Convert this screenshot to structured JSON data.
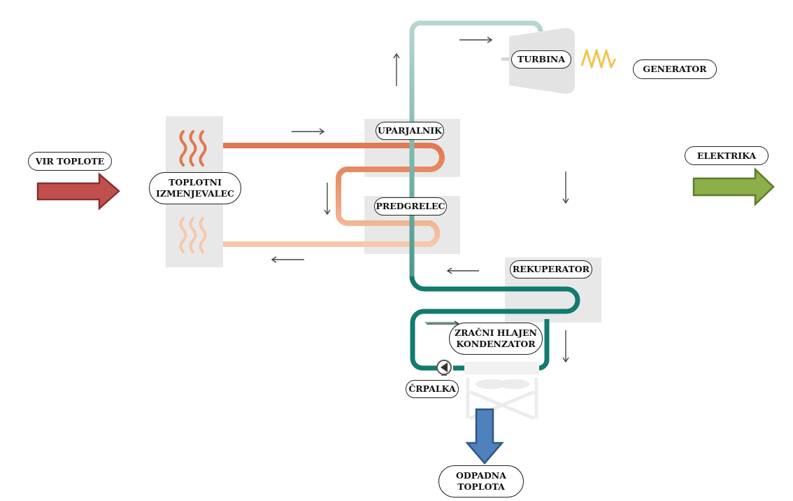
{
  "labels": {
    "vir_toplote": "VIR TOPLOTE",
    "toplotni_izmenjevalec_1": "TOPLOTNI",
    "toplotni_izmenjevalec_2": "IZMENJEVALEC",
    "uparjalnik": "UPARJALNIK",
    "predgrelec": "PREDGRELEC",
    "turbina": "TURBINA",
    "generator": "GENERATOR",
    "elektrika": "ELEKTRIKA",
    "rekuperator": "REKUPERATOR",
    "kondenzator_1": "ZRAČNI HLAJEN",
    "kondenzator_2": "KONDENZATOR",
    "crpalka": "ČRPALKA",
    "odpadna_toplota_1": "ODPADNA",
    "odpadna_toplota_2": "TOPLOTA"
  },
  "colors": {
    "heat_input_arrow": "#c0504d",
    "electricity_arrow": "#8bb04a",
    "waste_heat_arrow": "#4f81bd",
    "hot_loop": "#e07850",
    "warm_loop": "#f3c0a0",
    "working_fluid_dark": "#127a6e",
    "working_fluid_light": "#a8d0c8",
    "equipment_box": "#e8e8e8"
  }
}
